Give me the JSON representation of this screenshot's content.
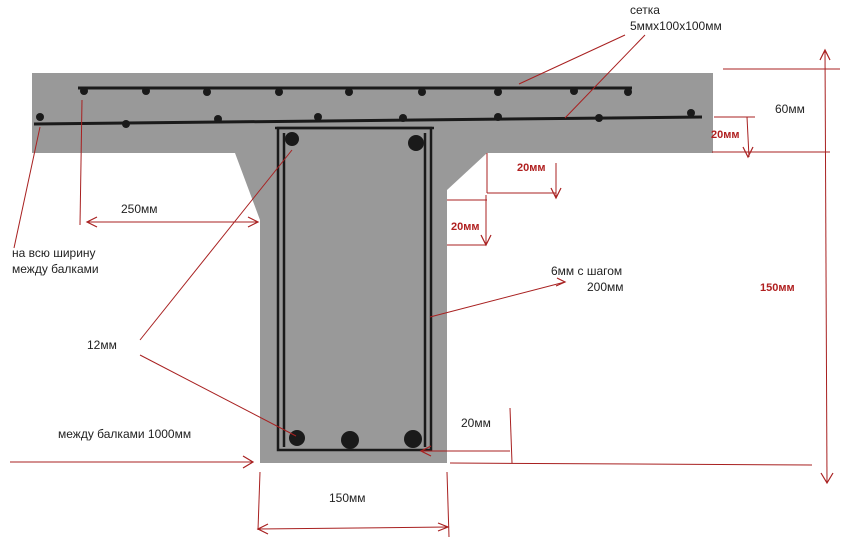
{
  "colors": {
    "concrete": "#999999",
    "rebar": "#1a1a1a",
    "leader": "#a82020",
    "label": "#222222",
    "label_red": "#b02020"
  },
  "labels": {
    "mesh_line1": "сетка",
    "mesh_line2": "5ммх100х100мм",
    "slab_thickness": "60мм",
    "cover_top": "20мм",
    "haunch_width": "20мм",
    "haunch_height": "20мм",
    "flange_overhang": "250мм",
    "full_width_line1": "на всю ширину",
    "full_width_line2": "между балками",
    "stirrup_line1": "6мм  с шагом",
    "stirrup_line2": "200мм",
    "total_height": "150мм",
    "main_bar": "12мм",
    "bottom_cover": "20мм",
    "beam_spacing": "между балками 1000мм",
    "web_width": "150мм"
  }
}
